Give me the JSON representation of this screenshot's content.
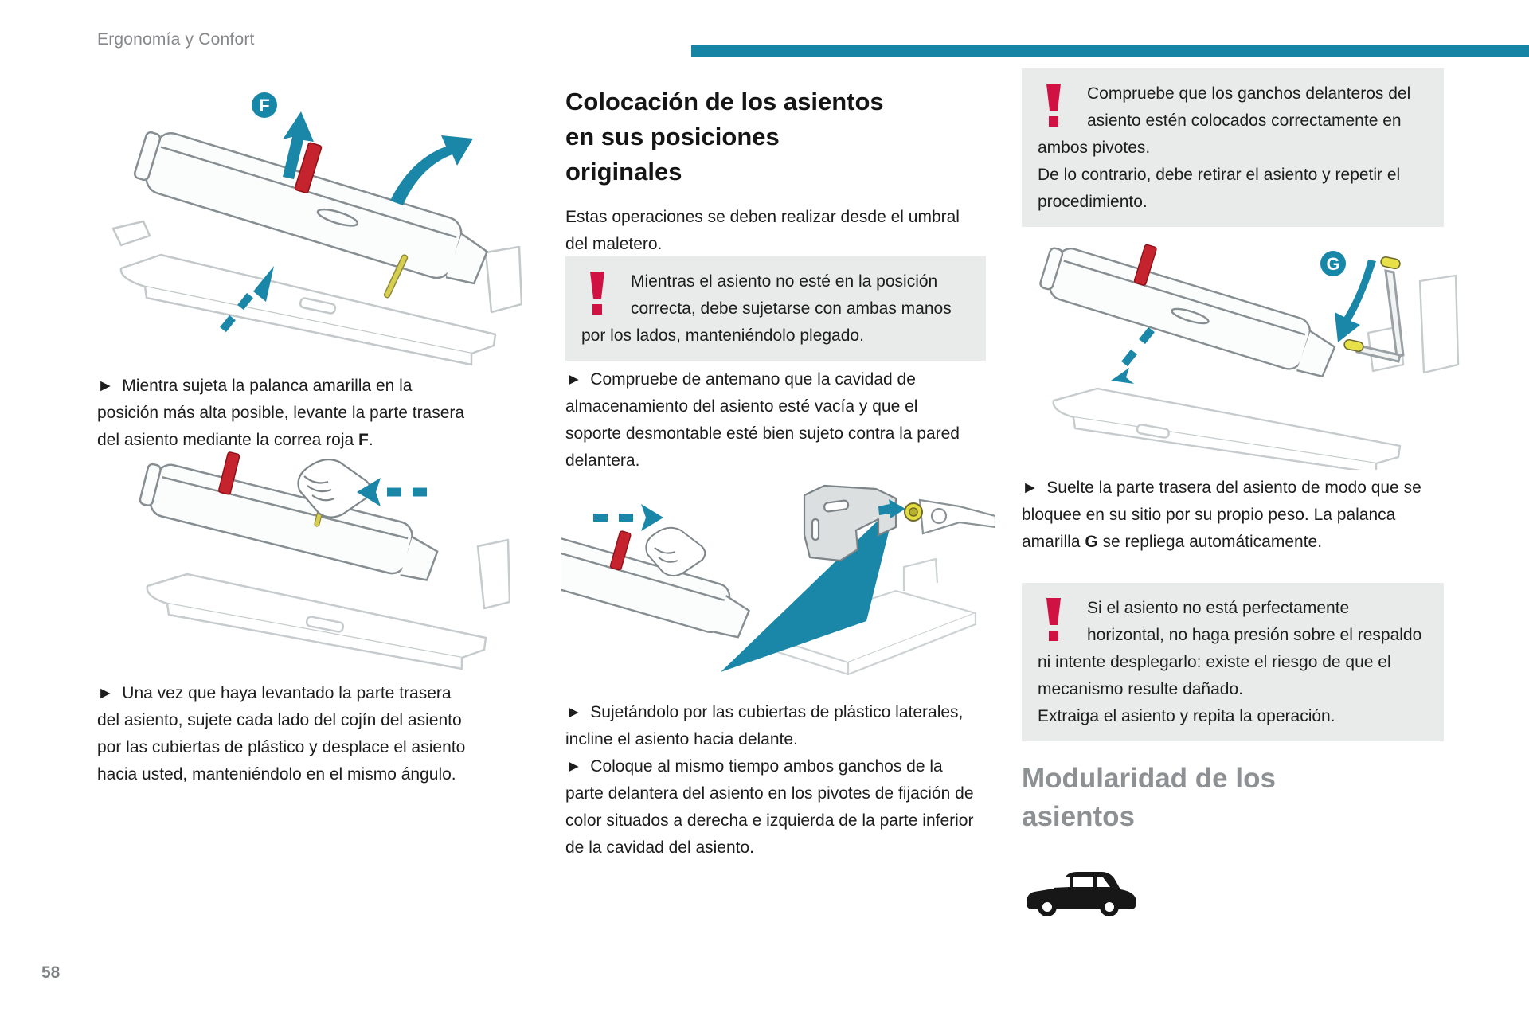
{
  "meta": {
    "header": "Ergonomía y Confort",
    "page_number": "58"
  },
  "colors": {
    "accent_teal": "#1584a5",
    "warning_red": "#d01242",
    "strap_red": "#c5242e",
    "lever_yellow": "#e3dc3f"
  },
  "icons": {
    "warning": "exclamation-mark",
    "car": "suv-side-silhouette",
    "bullet": "►"
  },
  "figures": {
    "fig1_label": "F",
    "fig4_label": "G"
  },
  "left": {
    "para1_before": "► Mientra sujeta la palanca amarilla en la posición más alta posible, levante la parte trasera del asiento mediante la correa roja ",
    "para1_bold": "F",
    "para1_after": ".",
    "para2": "► Una vez que haya levantado la parte trasera del asiento, sujete cada lado del cojín del asiento por las cubiertas de plástico y desplace el asiento hacia usted, manteniéndolo en el mismo ángulo."
  },
  "middle": {
    "title": "Colocación de los asientos\nen sus posiciones\noriginales",
    "intro": "Estas operaciones se deben realizar desde el umbral del maletero.",
    "warning": "Mientras el asiento no esté en la posición correcta, debe sujetarse con ambas manos por los lados, manteniéndolo plegado.",
    "bullet1": "► Compruebe de antemano que la cavidad de almacenamiento del asiento esté vacía y que el soporte desmontable esté bien sujeto contra la pared delantera.",
    "bullet2": "► Sujetándolo por las cubiertas de plástico laterales, incline el asiento hacia delante.",
    "bullet3": "► Coloque al mismo tiempo ambos ganchos de la parte delantera del asiento en los pivotes de fijación de color situados a derecha e izquierda de la parte inferior de la cavidad del asiento."
  },
  "right": {
    "warning1": "Compruebe que los ganchos delanteros del asiento estén colocados correctamente en ambos pivotes.\nDe lo contrario, debe retirar el asiento y repetir el procedimiento.",
    "bullet_before": "► Suelte la parte trasera del asiento de modo que se bloquee en su sitio por su propio peso. La palanca amarilla ",
    "bullet_bold": "G",
    "bullet_after": " se repliega automáticamente.",
    "warning2": "Si el asiento no está perfectamente horizontal, no haga presión sobre el respaldo ni intente desplegarlo: existe el riesgo de que el mecanismo resulte dañado.\nExtraiga el asiento y repita la operación.",
    "section_heading": "Modularidad de los\nasientos"
  }
}
